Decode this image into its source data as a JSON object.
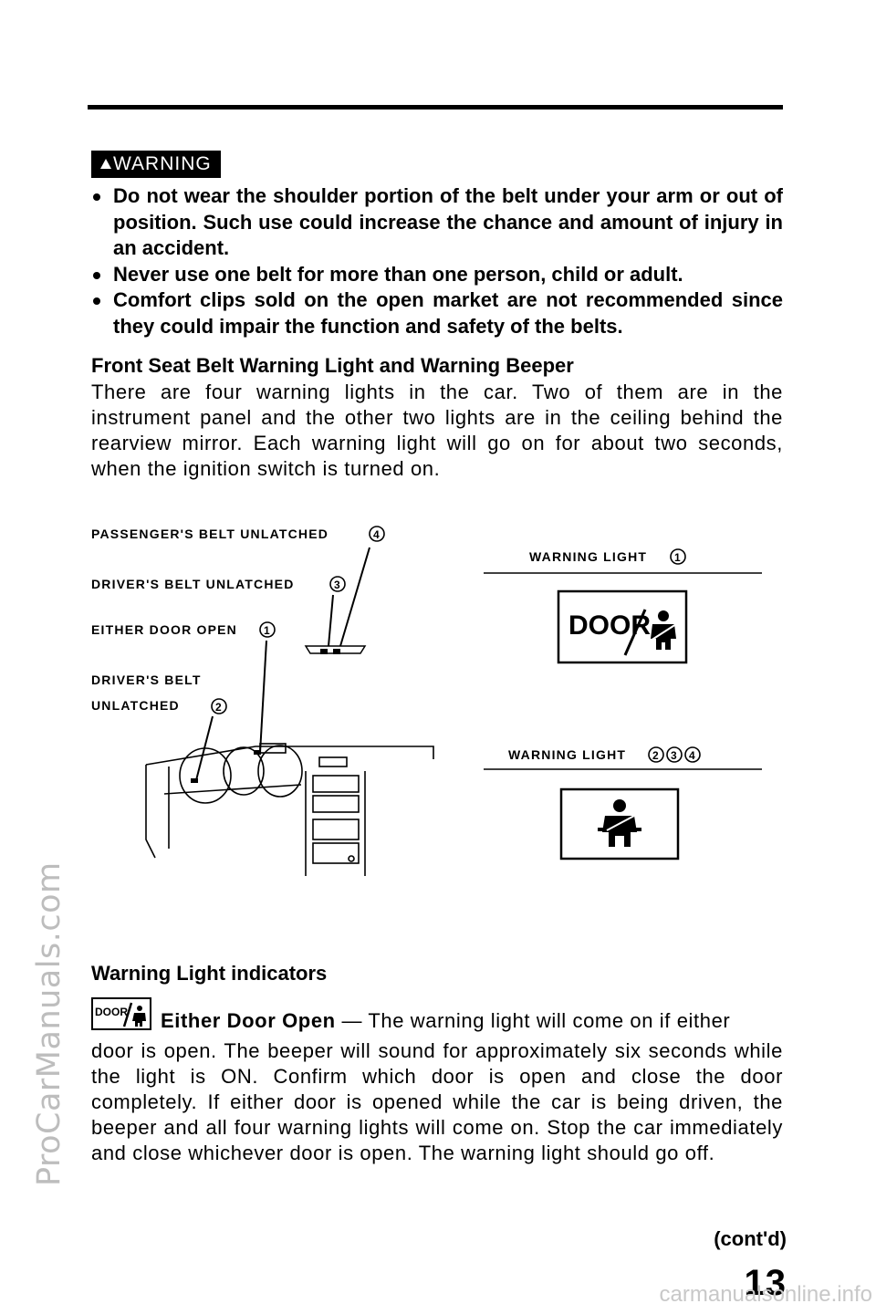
{
  "watermark_side": "ProCarManuals.com",
  "watermark_bottom": "carmanualsonline.info",
  "warning": {
    "badge": "WARNING",
    "bullets": [
      "Do not wear the shoulder portion of the belt under your arm or out of position. Such use could increase the chance and amount of injury in an accident.",
      "Never use one belt for more than one person, child or adult.",
      "Comfort clips sold on the open market are not recommended since they could impair the function and safety of the belts."
    ]
  },
  "section": {
    "title": "Front Seat Belt Warning Light and Warning Beeper",
    "paragraph": "There are four warning lights in the car. Two of them are in the instrument panel and the other two lights are in the ceiling behind the rearview mirror. Each warning light will go on for about two seconds, when the ignition switch is turned on."
  },
  "diagram": {
    "labels": {
      "passenger": "PASSENGER'S BELT UNLATCHED",
      "driver3": "DRIVER'S BELT UNLATCHED",
      "door": "EITHER DOOR OPEN",
      "driver2_line1": "DRIVER'S BELT",
      "driver2_line2": "UNLATCHED",
      "wl1": "WARNING LIGHT",
      "wl234": "WARNING LIGHT"
    },
    "markers": {
      "m1": "1",
      "m2": "2",
      "m3": "3",
      "m4": "4"
    },
    "door_panel_text": "DOOR"
  },
  "indicators": {
    "title": "Warning Light indicators",
    "icon_text": "DOOR",
    "lead": "Either Door Open",
    "dash": "—",
    "first_line_rest": "The warning light will come on if either",
    "body": "door is open. The beeper will sound for approximately six seconds while the light is ON. Confirm which door is open and close the door completely. If either door is opened while the car is being driven, the beeper and all four warning lights will come on. Stop the car immediately and close whichever door is open. The warning light should go off."
  },
  "footer": {
    "contd": "(cont'd)",
    "page_number": "13"
  }
}
